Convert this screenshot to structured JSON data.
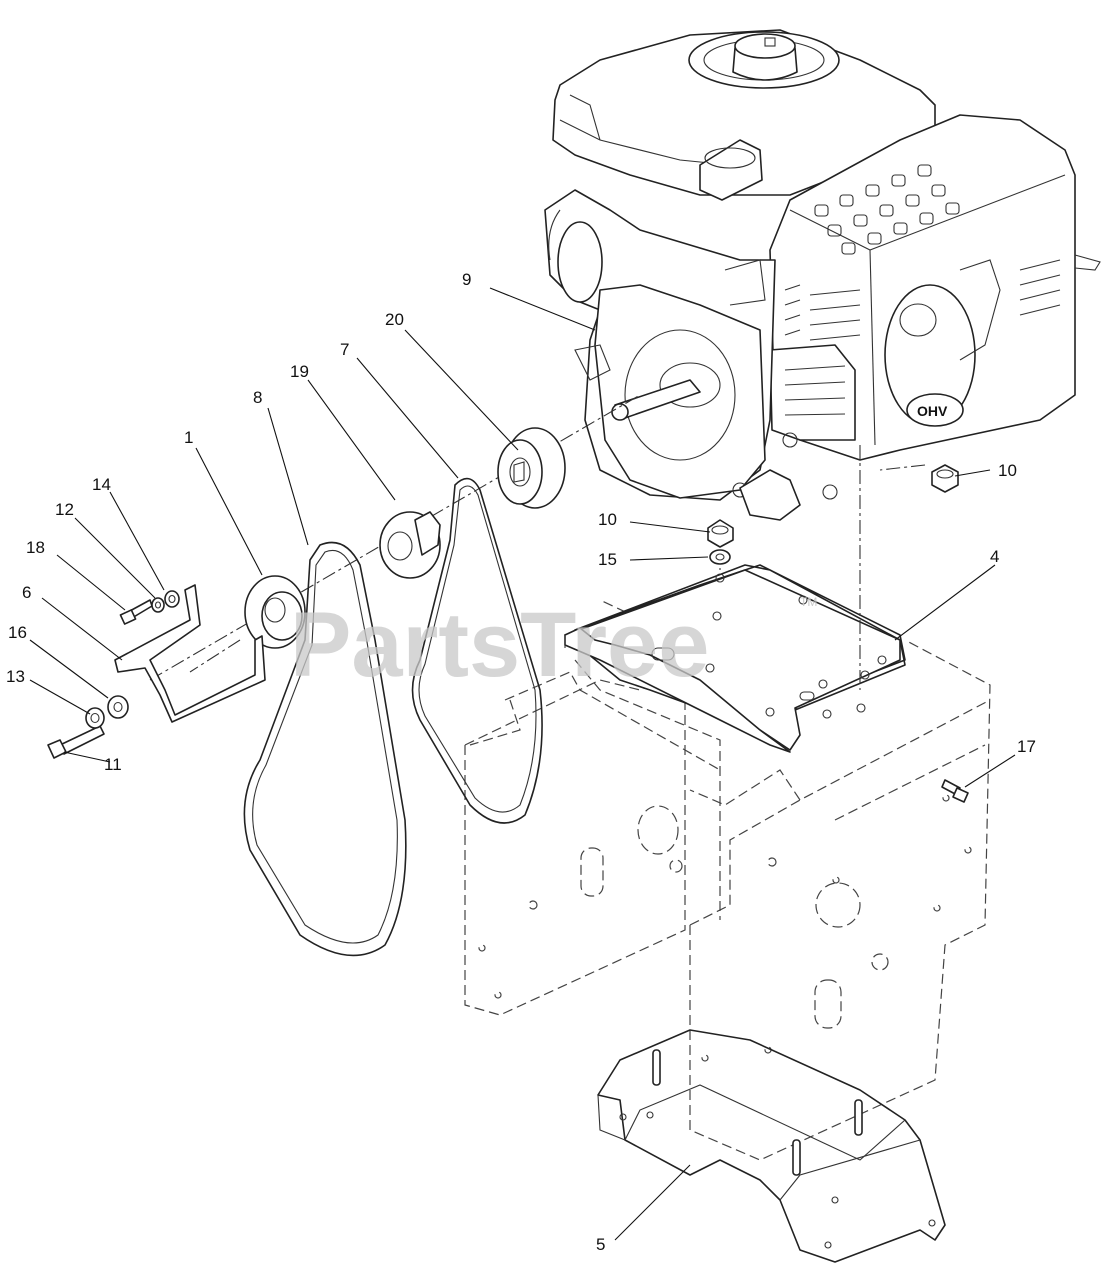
{
  "watermark": {
    "text": "PartsTree",
    "trademark": "TM"
  },
  "engine_marks": {
    "ohv": "OHV"
  },
  "callouts": [
    {
      "id": "9",
      "label": "9"
    },
    {
      "id": "20",
      "label": "20"
    },
    {
      "id": "7",
      "label": "7"
    },
    {
      "id": "19",
      "label": "19"
    },
    {
      "id": "8",
      "label": "8"
    },
    {
      "id": "1",
      "label": "1"
    },
    {
      "id": "14",
      "label": "14"
    },
    {
      "id": "12",
      "label": "12"
    },
    {
      "id": "18",
      "label": "18"
    },
    {
      "id": "6",
      "label": "6"
    },
    {
      "id": "16",
      "label": "16"
    },
    {
      "id": "13",
      "label": "13"
    },
    {
      "id": "11",
      "label": "11"
    },
    {
      "id": "10a",
      "label": "10"
    },
    {
      "id": "10b",
      "label": "10"
    },
    {
      "id": "15",
      "label": "15"
    },
    {
      "id": "4",
      "label": "4"
    },
    {
      "id": "17",
      "label": "17"
    },
    {
      "id": "5",
      "label": "5"
    }
  ]
}
